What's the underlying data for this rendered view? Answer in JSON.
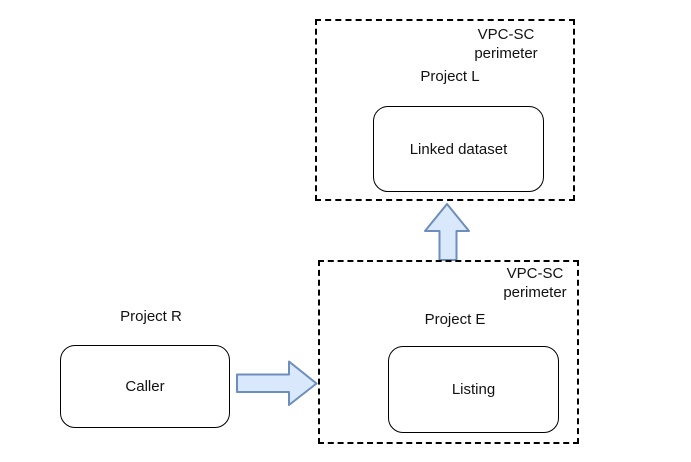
{
  "colors": {
    "arrow-fill": "#dae8fc",
    "arrow-stroke": "#6c8ebf",
    "box-border": "#000000",
    "canvas-bg": "#ffffff",
    "text-color": "#111111"
  },
  "diagram": {
    "perimeter_top": {
      "label_line1": "VPC-SC",
      "label_line2": "perimeter",
      "project_label": "Project L",
      "node_label": "Linked dataset"
    },
    "perimeter_bottom": {
      "label_line1": "VPC-SC",
      "label_line2": "perimeter",
      "project_label": "Project E",
      "node_label": "Listing"
    },
    "caller_group": {
      "project_label": "Project R",
      "node_label": "Caller"
    },
    "arrows": [
      {
        "name": "caller-to-listing",
        "direction": "right"
      },
      {
        "name": "listing-to-linked-dataset",
        "direction": "up"
      }
    ]
  }
}
